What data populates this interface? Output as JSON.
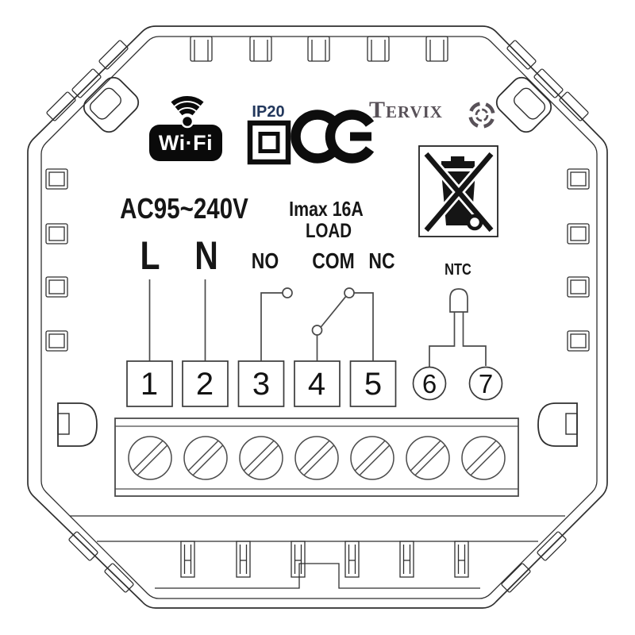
{
  "badges": {
    "wifi": "Wi·Fi",
    "ip_rating": "IP20",
    "ce": "CE",
    "brand": "Tervix"
  },
  "power": {
    "supply": "AC95~240V",
    "max_current": "Imax 16A",
    "load": "LOAD"
  },
  "wiring": {
    "line": "L",
    "neutral": "N",
    "relay_no": "NO",
    "relay_com": "COM",
    "relay_nc": "NC",
    "sensor": "NTC"
  },
  "terminals": {
    "square": [
      "1",
      "2",
      "3",
      "4",
      "5"
    ],
    "round": [
      "6",
      "7"
    ]
  },
  "colors": {
    "ink": "#161616",
    "shell_line": "#2f2f2f",
    "wire_line": "#4a4a4a",
    "badge_black": "#0a0a0a",
    "brand_gray": "#585158",
    "ip_navy": "#22375c"
  }
}
